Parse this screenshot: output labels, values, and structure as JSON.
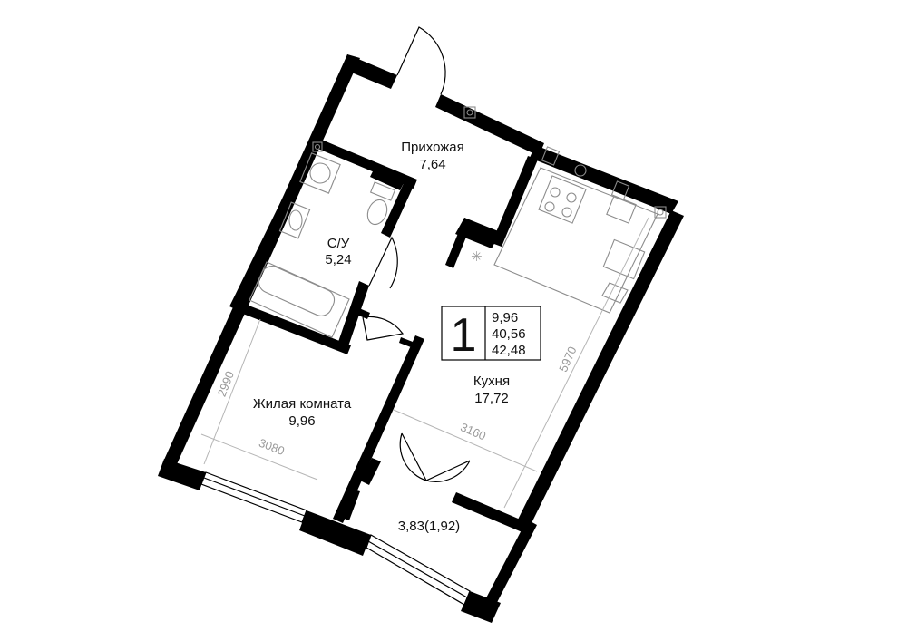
{
  "rooms": {
    "hallway": {
      "name": "Прихожая",
      "area": "7,64"
    },
    "bathroom": {
      "name": "С/У",
      "area": "5,24"
    },
    "living": {
      "name": "Жилая комната",
      "area": "9,96"
    },
    "kitchen": {
      "name": "Кухня",
      "area": "17,72"
    },
    "balcony": {
      "area": "3,83(1,92)"
    }
  },
  "badge": {
    "rooms_count": "1",
    "living_area": "9,96",
    "total_area": "40,56",
    "total_area_with_balcony": "42,48"
  },
  "dimensions": {
    "living_width": "3080",
    "living_height": "2990",
    "kitchen_width": "3160",
    "kitchen_depth": "5970"
  },
  "colors": {
    "wall": "#000000",
    "fixture": "#8c8c8c",
    "dimension": "#9a9a9a"
  }
}
